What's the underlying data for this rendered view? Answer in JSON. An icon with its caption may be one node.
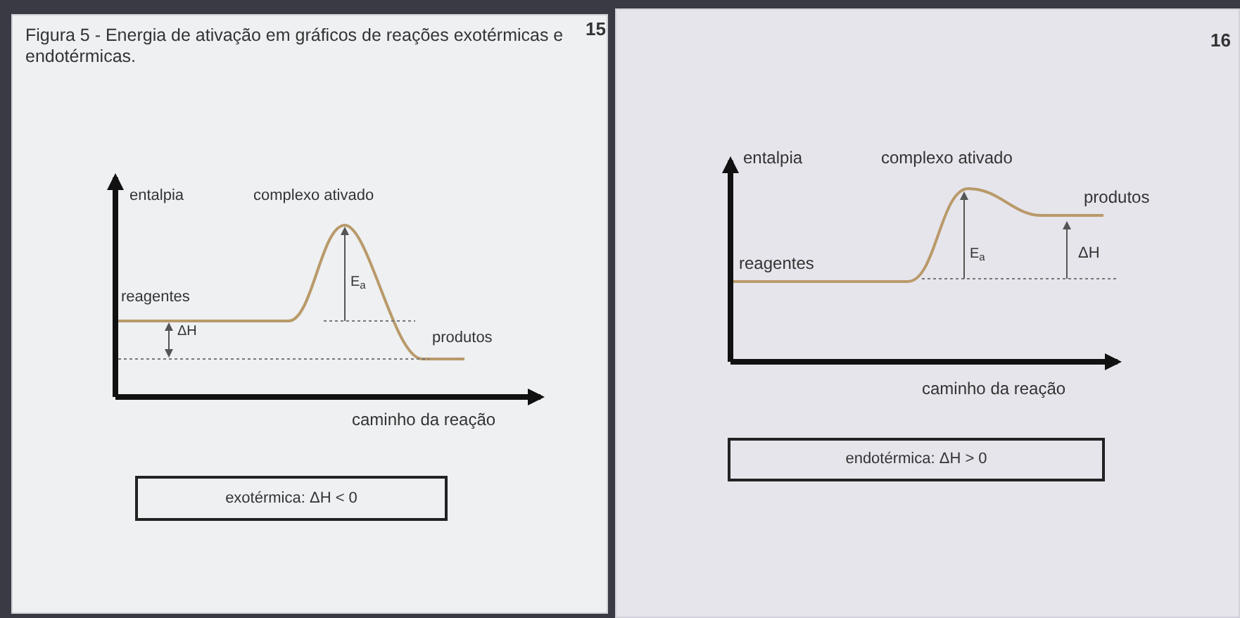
{
  "diagram": {
    "title": "Figura 5 - Energia de ativação em gráficos de reações exotérmicas e endotérmicas.",
    "nodes": [
      {
        "text": [
          "exotérmica: ΔH < 0"
        ]
      },
      {
        "text": [
          "endotérmica: ΔH > 0"
        ]
      }
    ],
    "labels": [
      "15",
      "entalpia",
      "complexo ativado",
      "reagentes",
      "E$_{a}$",
      "ΔH",
      "produtos",
      "caminho da reação",
      "16",
      "entalpia",
      "complexo ativado",
      "produtos",
      "reagentes",
      "E$_{a}$",
      "ΔH",
      "caminho da reação"
    ]
  }
}
